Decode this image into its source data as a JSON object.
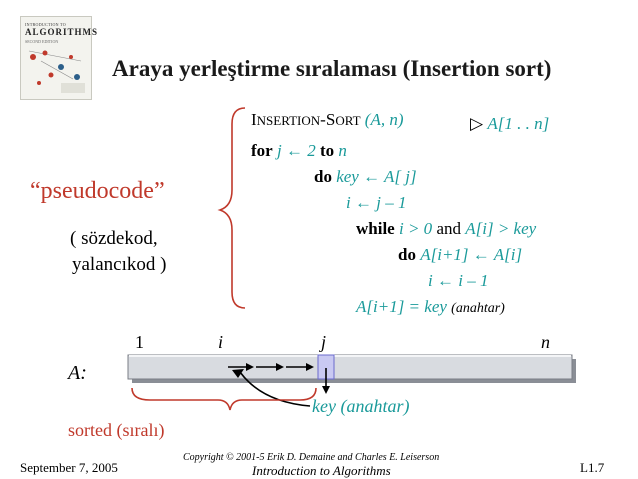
{
  "cover": {
    "line1": "INTRODUCTION TO",
    "line2": "ALGORITHMS",
    "line3": "SECOND EDITION"
  },
  "title": "Araya yerleştirme sıralaması (Insertion sort)",
  "code": {
    "proc_name_I": "I",
    "proc_name_rest1": "NSERTION",
    "proc_name_dash": "-",
    "proc_name_S": "S",
    "proc_name_rest2": "ORT",
    "proc_args": "(A, n)",
    "comment_symbol": "▷",
    "comment_text": "A[1 . . n]",
    "line_for_kw": "for",
    "line_for_rest": "j ← 2",
    "line_for_to": "to",
    "line_for_n": "n",
    "line_do_kw": "do",
    "line_do_rest": "key ← A[ j]",
    "line_i_assign": "i ← j – 1",
    "line_while_kw": "while",
    "line_while_c1": "i > 0",
    "line_while_and": "and",
    "line_while_c2": "A[i] > key",
    "line_do2_kw": "do",
    "line_do2_rest": "A[i+1] ← A[i]",
    "line_dec": "i ← i – 1",
    "line_last": "A[i+1] = key",
    "line_last_note": "(anahtar)"
  },
  "left": {
    "pseudocode": "“pseudocode”",
    "sozdekod": "( sözdekod,",
    "yalancikod": "yalancıkod )"
  },
  "array": {
    "label_A": "A:",
    "label_1": "1",
    "label_i": "i",
    "label_j": "j",
    "label_n": "n",
    "key_label": "key (anahtar)",
    "sorted_label": "sorted (sıralı)"
  },
  "footer": {
    "date": "September 7, 2005",
    "copyright": "Copyright © 2001-5 Erik D. Demaine and Charles E. Leiserson",
    "course": "Introduction to Algorithms",
    "page": "L1.7"
  },
  "colors": {
    "teal": "#1a9a9a",
    "red": "#c0392b",
    "array_fill": "#d8dbe0",
    "key_cell": "#c9c9f2"
  }
}
